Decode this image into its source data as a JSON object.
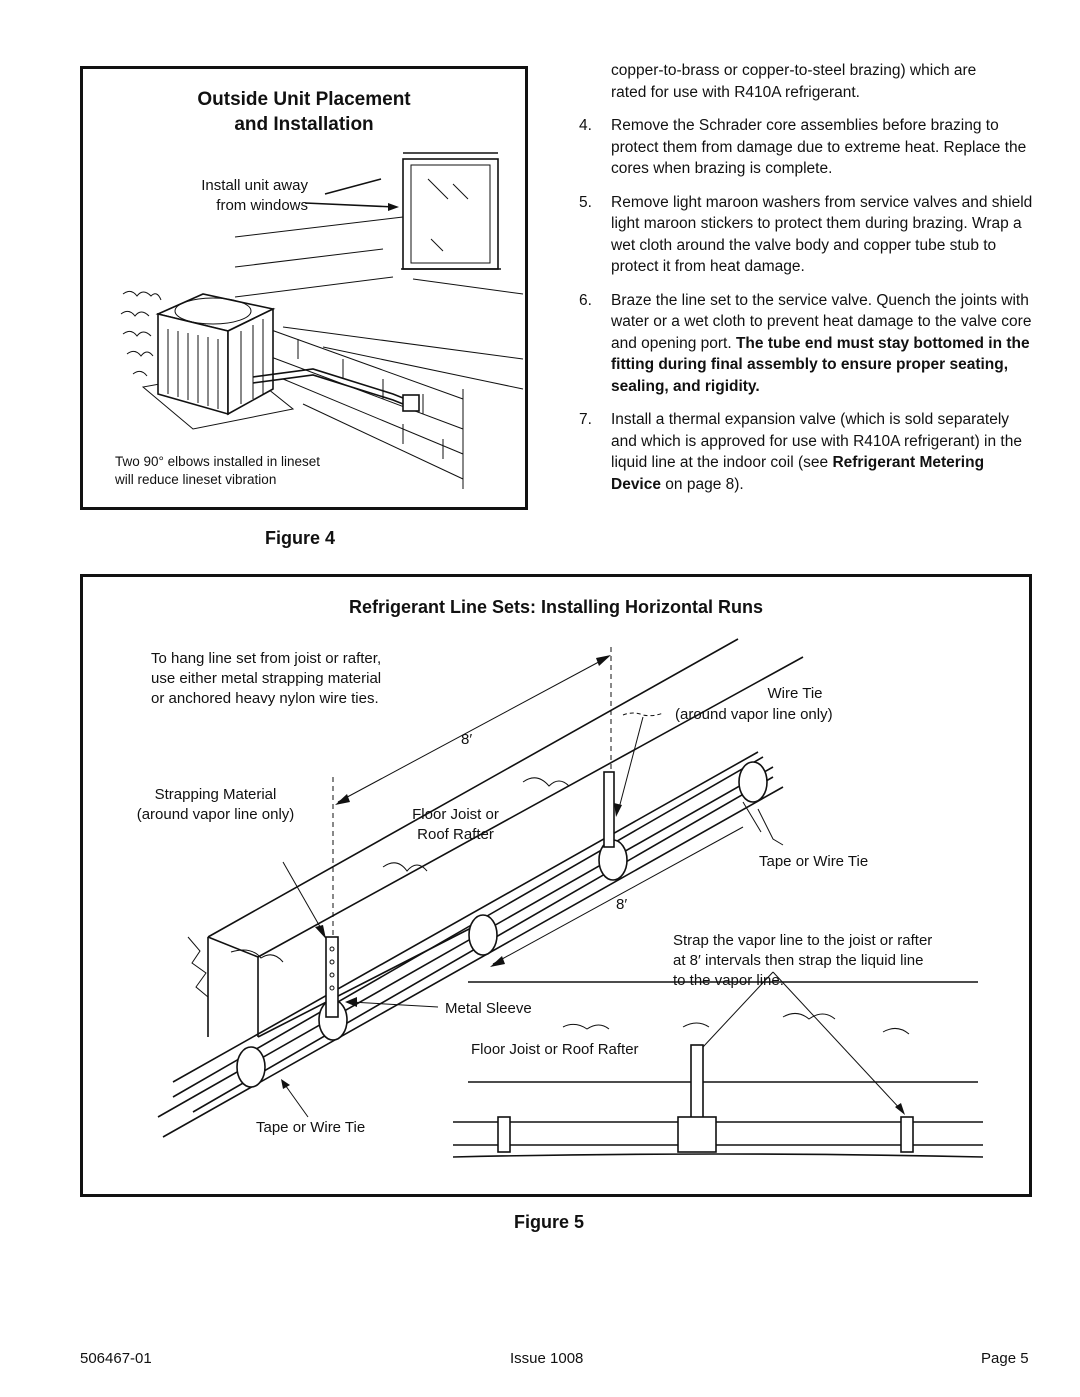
{
  "figure4": {
    "title_line1": "Outside Unit Placement",
    "title_line2": "and Installation",
    "label_windows_line1": "Install unit away",
    "label_windows_line2": "from windows",
    "note_line1": "Two 90° elbows installed in lineset",
    "note_line2": "will reduce lineset vibration",
    "caption": "Figure 4"
  },
  "steps": {
    "intro_line1": "copper-to-brass or copper-to-steel brazing) which are",
    "intro_line2": "rated for use with R410A refrigerant.",
    "items": [
      {
        "num": "4.",
        "text": "Remove the Schrader core assemblies before brazing to protect them from damage due to extreme heat. Replace the cores when brazing is complete."
      },
      {
        "num": "5.",
        "text": "Remove light maroon washers from service valves and shield light maroon stickers to protect them during brazing. Wrap a wet cloth around the valve body and copper tube stub to protect it from heat damage."
      },
      {
        "num": "6.",
        "text": "Braze the line set to the service valve. Quench the joints with water or a wet cloth to prevent heat damage to the valve core and opening port.",
        "bold": "The tube end must stay bottomed in the fitting during final assembly to ensure proper seating, sealing, and rigidity."
      },
      {
        "num": "7.",
        "text": "Install a thermal expansion valve (which is sold separately and which is approved for use with R410A refrigerant) in the liquid line at the indoor coil (see",
        "bold": "Refrigerant Metering Device",
        "tail": "on page 8)."
      }
    ]
  },
  "figure5": {
    "title": "Refrigerant Line Sets: Installing Horizontal Runs",
    "intro_line1": "To hang line set  from joist or rafter,",
    "intro_line2": "use either metal strapping material",
    "intro_line3": "or anchored heavy nylon wire ties.",
    "dim_top": "8′",
    "dim_mid": "8′",
    "wire_tie": "Wire Tie",
    "wire_tie_sub": "(around vapor line only)",
    "strapping_line1": "Strapping Material",
    "strapping_line2": "(around vapor line only)",
    "joist_line1": "Floor Joist or",
    "joist_line2": "Roof Rafter",
    "tape_right": "Tape or Wire Tie",
    "strap_note_line1": "Strap the vapor line to the joist or rafter",
    "strap_note_line2": "at 8′ intervals then strap the liquid line",
    "strap_note_line3": "to the vapor line.",
    "metal_sleeve": "Metal Sleeve",
    "joist_bottom": "Floor Joist or Roof Rafter",
    "tape_left": "Tape or Wire Tie",
    "caption": "Figure 5"
  },
  "footer": {
    "doc_number": "506467-01",
    "issue": "Issue 1008",
    "page": "Page 5"
  }
}
